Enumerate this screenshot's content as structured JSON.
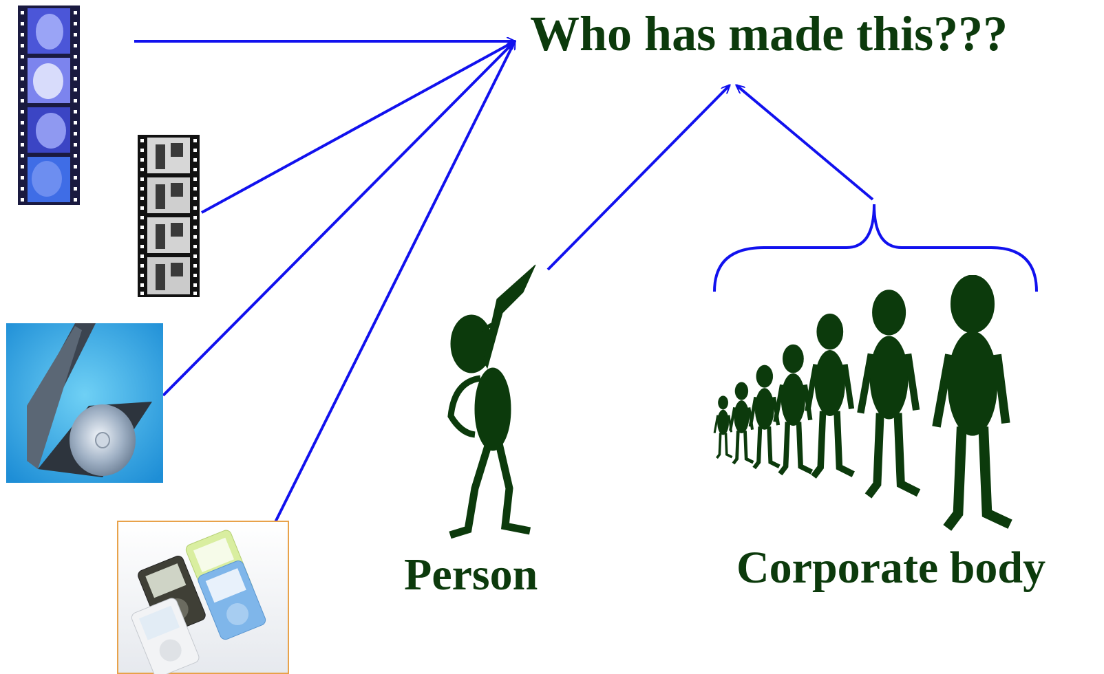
{
  "headline": "Who has made this???",
  "labels": {
    "person": "Person",
    "corporate_body": "Corporate body"
  },
  "media_items": [
    {
      "name": "color-film-strip",
      "description_icon": "film-strip-icon"
    },
    {
      "name": "black-and-white-film-strip",
      "description_icon": "film-strip-icon"
    },
    {
      "name": "dvd-case",
      "description_icon": "dvd-icon"
    },
    {
      "name": "music-players",
      "description_icon": "media-player-icon"
    }
  ],
  "colors": {
    "text": "#0c3a0c",
    "figure": "#0c3a0c",
    "arrow": "#1111ee"
  },
  "corporate_body_member_count": 7
}
